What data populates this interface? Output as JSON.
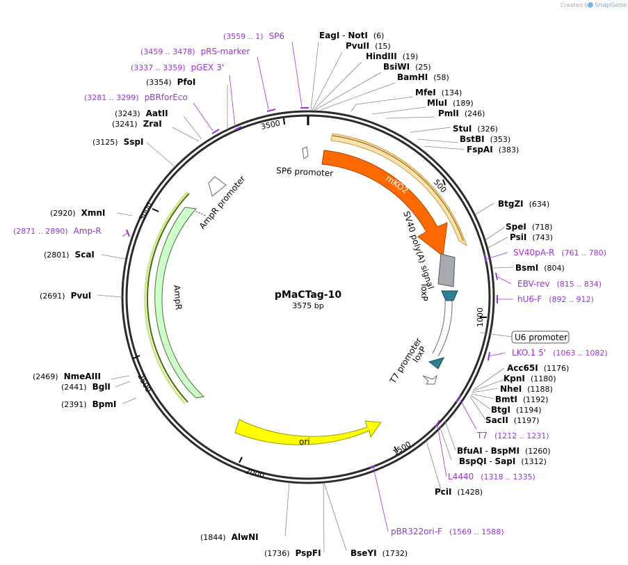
{
  "credit": {
    "prefix": "Created by",
    "brand": "SnapGene"
  },
  "plasmid": {
    "name": "pMaCTag-10",
    "size": "3575 bp"
  },
  "ticks": [
    "500",
    "1000",
    "1500",
    "2000",
    "2500",
    "3000",
    "3500"
  ],
  "features": {
    "sp6_promoter": "SP6 promoter",
    "mko2": "mKO2",
    "sv40": "SV40 poly(A) signal",
    "loxp1": "loxP",
    "loxp2": "loxP",
    "t7_promoter": "T7 promoter",
    "ori": "ori",
    "ampr": "AmpR",
    "ampr_promoter": "AmpR promoter",
    "u6_promoter": "U6 promoter"
  },
  "right_sites": [
    {
      "name": "EagI",
      "sep": " - ",
      "name2": "NotI",
      "pos": "(6)"
    },
    {
      "name": "PvuII",
      "pos": "(15)"
    },
    {
      "name": "HindIII",
      "pos": "(19)"
    },
    {
      "name": "BsiWI",
      "pos": "(25)"
    },
    {
      "name": "BamHI",
      "pos": "(58)"
    },
    {
      "name": "MfeI",
      "pos": "(134)"
    },
    {
      "name": "MluI",
      "pos": "(189)"
    },
    {
      "name": "PmlI",
      "pos": "(246)"
    },
    {
      "name": "StuI",
      "pos": "(326)"
    },
    {
      "name": "BstBI",
      "pos": "(353)"
    },
    {
      "name": "FspAI",
      "pos": "(383)"
    },
    {
      "name": "BtgZI",
      "pos": "(634)"
    },
    {
      "name": "SpeI",
      "pos": "(718)"
    },
    {
      "name": "PsiI",
      "pos": "(743)"
    },
    {
      "name": "BsmI",
      "pos": "(804)"
    },
    {
      "name": "Acc65I",
      "pos": "(1176)"
    },
    {
      "name": "KpnI",
      "pos": "(1180)"
    },
    {
      "name": "NheI",
      "pos": "(1188)"
    },
    {
      "name": "BmtI",
      "pos": "(1192)"
    },
    {
      "name": "BtgI",
      "pos": "(1194)"
    },
    {
      "name": "SacII",
      "pos": "(1197)"
    },
    {
      "name": "BfuAI",
      "sep": " - ",
      "name2": "BspMI",
      "pos": "(1260)"
    },
    {
      "name": "BspQI",
      "sep": " - ",
      "name2": "SapI",
      "pos": "(1312)"
    },
    {
      "name": "PciI",
      "pos": "(1428)"
    }
  ],
  "bottom_sites": [
    {
      "name": "AlwNI",
      "pos": "(1844)"
    },
    {
      "name": "PspFI",
      "pos": "(1736)"
    },
    {
      "name": "BseYI",
      "pos": "(1732)"
    }
  ],
  "left_sites": [
    {
      "name": "PfoI",
      "pos": "(3354)"
    },
    {
      "name": "AatII",
      "pos": "(3243)"
    },
    {
      "name": "ZraI",
      "pos": "(3241)"
    },
    {
      "name": "SspI",
      "pos": "(3125)"
    },
    {
      "name": "XmnI",
      "pos": "(2920)"
    },
    {
      "name": "ScaI",
      "pos": "(2801)"
    },
    {
      "name": "PvuI",
      "pos": "(2691)"
    },
    {
      "name": "NmeAIII",
      "pos": "(2469)"
    },
    {
      "name": "BglI",
      "pos": "(2441)"
    },
    {
      "name": "BpmI",
      "pos": "(2391)"
    }
  ],
  "primers": [
    {
      "name": "SP6",
      "range": "(3559 .. 1)"
    },
    {
      "name": "pRS-marker",
      "range": "(3459 .. 3478)"
    },
    {
      "name": "pGEX 3'",
      "range": "(3337 .. 3359)"
    },
    {
      "name": "pBRforEco",
      "range": "(3281 .. 3299)"
    },
    {
      "name": "Amp-R",
      "range": "(2871 .. 2890)"
    },
    {
      "name": "SV40pA-R",
      "range": "(761 .. 780)"
    },
    {
      "name": "EBV-rev",
      "range": "(815 .. 834)"
    },
    {
      "name": "hU6-F",
      "range": "(892 .. 912)"
    },
    {
      "name": "LKO.1 5'",
      "range": "(1063 .. 1082)"
    },
    {
      "name": "T7",
      "range": "(1212 .. 1231)"
    },
    {
      "name": "L4440",
      "range": "(1318 .. 1335)"
    },
    {
      "name": "pBR322ori-F",
      "range": "(1569 .. 1588)"
    }
  ],
  "colors": {
    "primer": "#9b30d9",
    "mko2": "#ff6a00",
    "ampr": "#ccffcc",
    "ori": "#ffff00",
    "sv40": "#a8aab2",
    "loxp": "#2b7f94",
    "backbone": "#2a2a2a"
  }
}
